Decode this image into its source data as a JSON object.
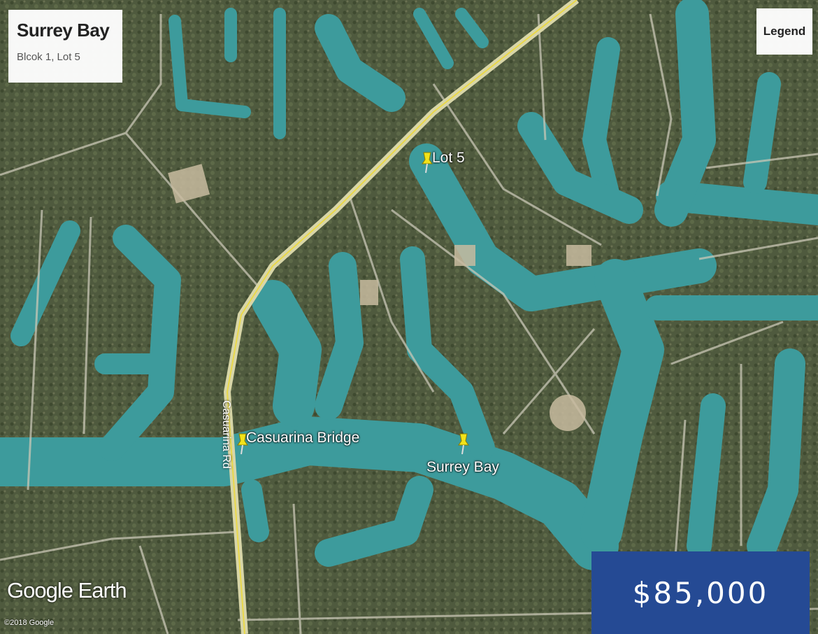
{
  "info": {
    "title": "Surrey Bay",
    "subtitle": "Blcok 1, Lot 5"
  },
  "legend_label": "Legend",
  "price": "$85,000",
  "markers": [
    {
      "label": "Lot 5",
      "icon": "pushpin-icon"
    },
    {
      "label": "Casuarina Bridge",
      "icon": "pushpin-icon"
    },
    {
      "label": "Surrey Bay",
      "icon": "pushpin-icon"
    }
  ],
  "road_label": "Casuarina Rd",
  "watermark": "Google Earth",
  "copyright": "©2018 Google",
  "colors": {
    "water": "#3d9b9c",
    "land": "#4f5a3e",
    "price_bg": "#254a94",
    "road": "#d8d6a8",
    "pin": "#f2e31a"
  }
}
